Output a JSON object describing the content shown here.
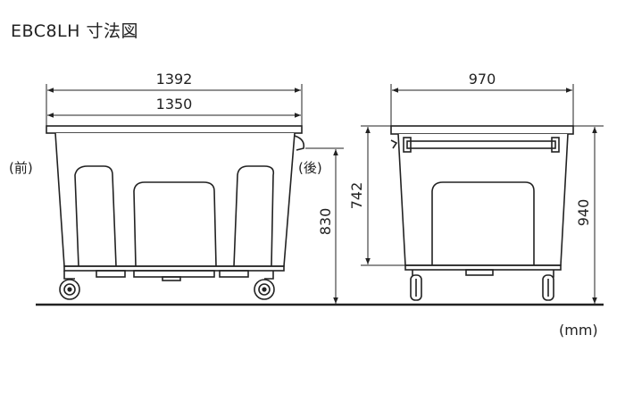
{
  "title": "EBC8LH 寸法図",
  "unit": "(mm)",
  "labels": {
    "front": "(前)",
    "rear": "(後)"
  },
  "dimensions": {
    "side_overall_length": "1392",
    "side_body_length": "1350",
    "side_total_height": "830",
    "side_body_height": "742",
    "front_width": "970",
    "front_total_height": "940"
  }
}
